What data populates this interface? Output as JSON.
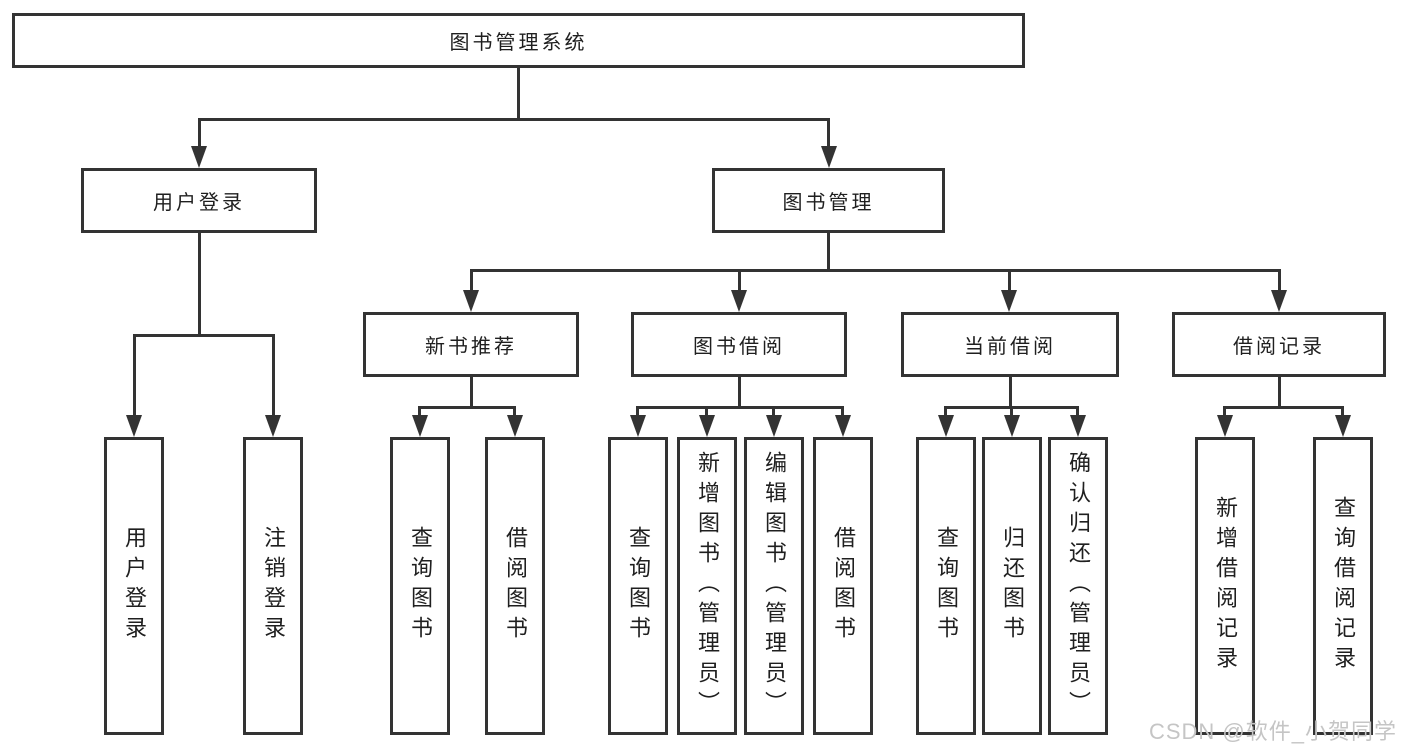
{
  "diagram": {
    "root": "图书管理系统",
    "branches": {
      "user_login": {
        "label": "用户登录",
        "children": [
          "用户登录",
          "注销登录"
        ]
      },
      "book_mgmt": {
        "label": "图书管理",
        "sections": [
          {
            "label": "新书推荐",
            "children": [
              "查询图书",
              "借阅图书"
            ]
          },
          {
            "label": "图书借阅",
            "children": [
              "查询图书",
              "新增图书（管理员）",
              "编辑图书（管理员）",
              "借阅图书"
            ]
          },
          {
            "label": "当前借阅",
            "children": [
              "查询图书",
              "归还图书",
              "确认归还（管理员）"
            ]
          },
          {
            "label": "借阅记录",
            "children": [
              "新增借阅记录",
              "查询借阅记录"
            ]
          }
        ]
      }
    }
  },
  "watermark": "CSDN @软件_小贺同学",
  "colors": {
    "line": "#333333",
    "text": "#1f1f1f",
    "box-bg": "#ffffff",
    "background": "#ffffff",
    "watermark": "#c5c5c5"
  }
}
